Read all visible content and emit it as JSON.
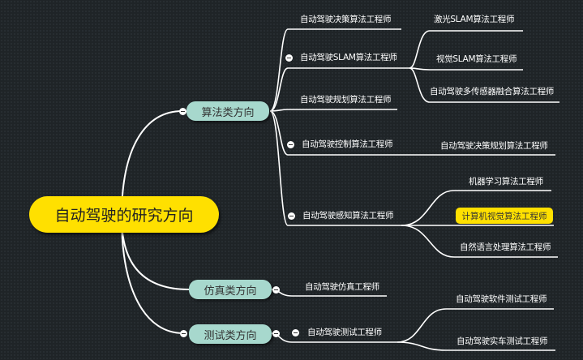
{
  "root": {
    "label": "自动驾驶的研究方向"
  },
  "branches": [
    {
      "label": "算法类方向",
      "children": [
        {
          "label": "自动驾驶决策算法工程师"
        },
        {
          "label": "自动驾驶SLAM算法工程师",
          "children": [
            "激光SLAM算法工程师",
            "视觉SLAM算法工程师",
            "自动驾驶多传感器融合算法工程师"
          ]
        },
        {
          "label": "自动驾驶规划算法工程师"
        },
        {
          "label": "自动驾驶控制算法工程师",
          "children": [
            "自动驾驶决策规划算法工程师"
          ]
        },
        {
          "label": "自动驾驶感知算法工程师",
          "children": [
            "机器学习算法工程师",
            "计算机视觉算法工程师",
            "自然语言处理算法工程师"
          ]
        }
      ]
    },
    {
      "label": "仿真类方向",
      "children": [
        {
          "label": "自动驾驶仿真工程师"
        }
      ]
    },
    {
      "label": "测试类方向",
      "children": [
        {
          "label": "自动驾驶测试工程师",
          "children": [
            "自动驾驶软件测试工程师",
            "自动驾驶实车测试工程师"
          ]
        }
      ]
    }
  ],
  "colors": {
    "background": "#1f2427",
    "root": "#ffe000",
    "branch": "#a7d8cd",
    "highlight": "#ffe000",
    "line": "#ffffff"
  }
}
